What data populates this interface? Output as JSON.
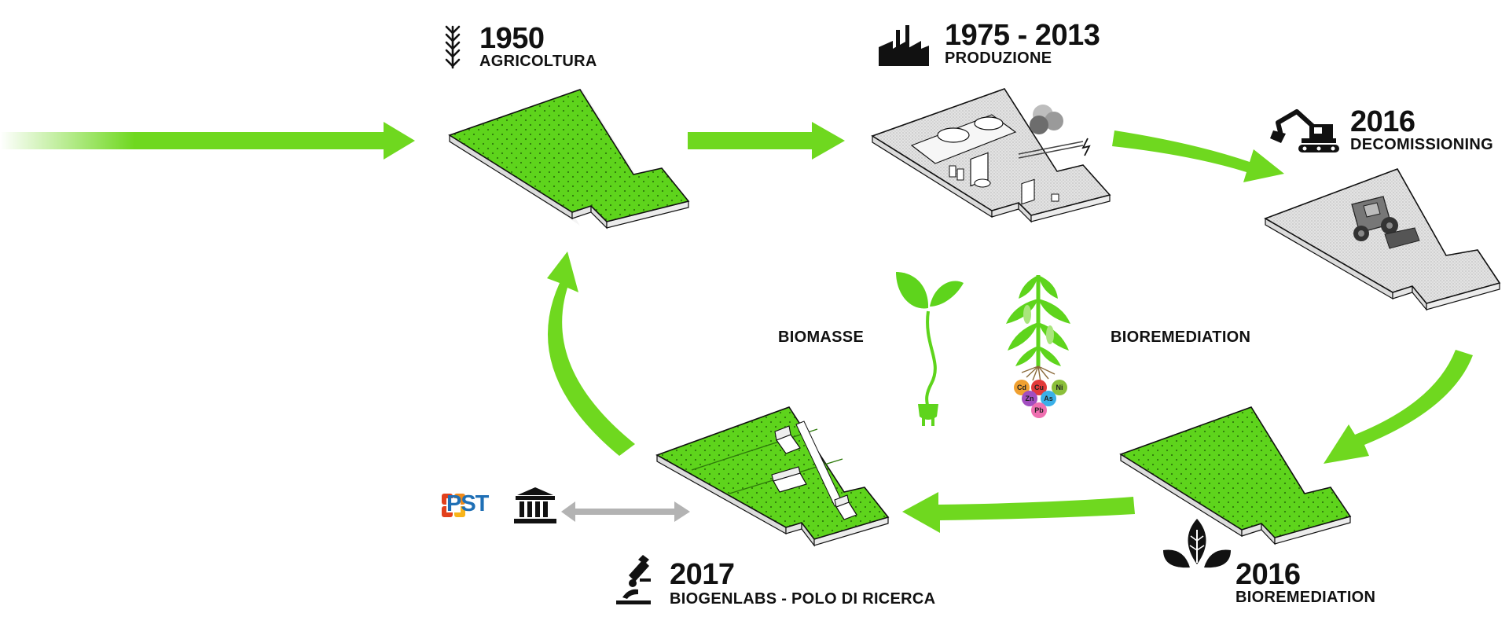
{
  "stages": [
    {
      "id": "agricoltura",
      "year": "1950",
      "label": "AGRICOLTURA",
      "icon": "wheat-icon"
    },
    {
      "id": "produzione",
      "year": "1975 - 2013",
      "label": "PRODUZIONE",
      "icon": "factory-icon"
    },
    {
      "id": "decomissioning",
      "year": "2016",
      "label": "DECOMISSIONING",
      "icon": "excavator-icon"
    },
    {
      "id": "bioremediation",
      "year": "2016",
      "label": "BIOREMEDIATION",
      "icon": "leaves-icon"
    },
    {
      "id": "biogenlabs",
      "year": "2017",
      "label": "BIOGENLABS - POLO DI RICERCA",
      "icon": "microscope-icon"
    }
  ],
  "center": {
    "biomasse": "BIOMASSE",
    "bioremediation": "BIOREMEDIATION",
    "metals": [
      "Cd",
      "Cu",
      "Ni",
      "Zn",
      "As",
      "Pb"
    ]
  },
  "partners": {
    "pst_logo_text": "PST",
    "institution_icon": "bank-icon"
  },
  "colors": {
    "green": "#5ed41c",
    "arrow_green": "#6fd81f",
    "grey_arrow": "#b3b3b3",
    "metal_colors": [
      "#f0a030",
      "#e23a3a",
      "#8bbf3a",
      "#a24ec0",
      "#3ab0e8",
      "#ef6fb0"
    ]
  }
}
